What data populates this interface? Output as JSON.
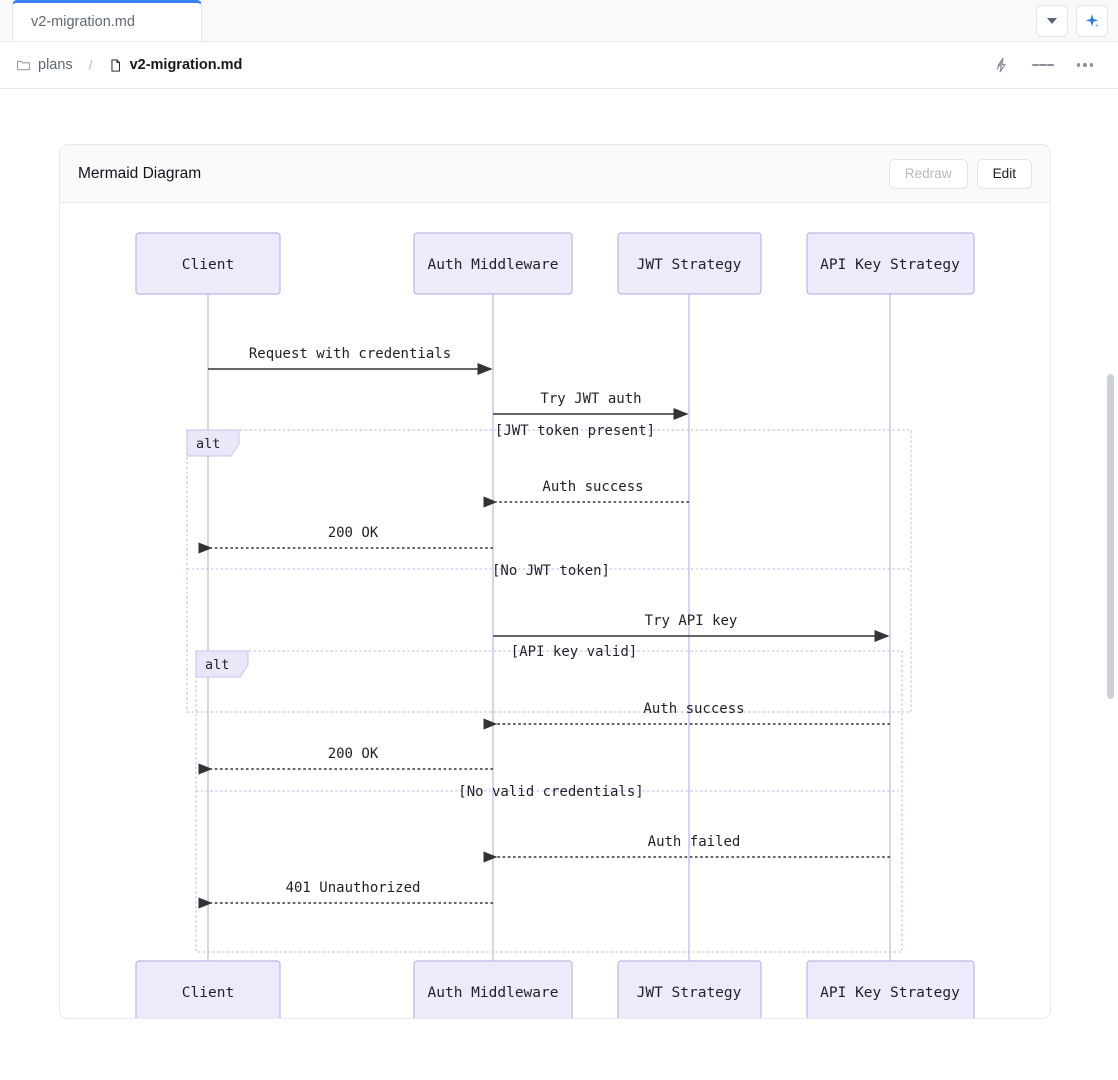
{
  "tab": {
    "label": "v2-migration.md",
    "dropdown_icon": "chevron-down-icon",
    "sparkle_icon": "sparkle-icon"
  },
  "breadcrumb": {
    "folder_icon": "folder-icon",
    "folder": "plans",
    "separator": "/",
    "file_icon": "file-icon",
    "file": "v2-migration.md",
    "actions": [
      "lightning-icon",
      "menu-icon",
      "more-icon"
    ]
  },
  "card": {
    "title": "Mermaid Diagram",
    "redraw_label": "Redraw",
    "edit_label": "Edit"
  },
  "colors": {
    "accent": "#3b82f6",
    "actor_fill": "#ecebfb",
    "actor_stroke": "#b9b6e6",
    "lifeline": "#c4c2e8",
    "alt_border": "#c8c6ea",
    "arrow": "#333333",
    "text": "#1f2024"
  },
  "diagram": {
    "type": "sequence",
    "participants": [
      "Client",
      "Auth Middleware",
      "JWT Strategy",
      "API Key Strategy"
    ],
    "messages": [
      {
        "from": "Client",
        "to": "Auth Middleware",
        "label": "Request with credentials",
        "style": "solid"
      },
      {
        "from": "Auth Middleware",
        "to": "JWT Strategy",
        "label": "Try JWT auth",
        "style": "solid"
      }
    ],
    "blocks": [
      {
        "keyword": "alt",
        "branches": [
          {
            "condition": "[JWT token present]",
            "messages": [
              {
                "from": "JWT Strategy",
                "to": "Auth Middleware",
                "label": "Auth success",
                "style": "dotted"
              },
              {
                "from": "Auth Middleware",
                "to": "Client",
                "label": "200 OK",
                "style": "dotted"
              }
            ]
          },
          {
            "condition": "[No JWT token]",
            "messages": [
              {
                "from": "Auth Middleware",
                "to": "API Key Strategy",
                "label": "Try API key",
                "style": "solid"
              }
            ],
            "nested": {
              "keyword": "alt",
              "branches": [
                {
                  "condition": "[API key valid]",
                  "messages": [
                    {
                      "from": "API Key Strategy",
                      "to": "Auth Middleware",
                      "label": "Auth success",
                      "style": "dotted"
                    },
                    {
                      "from": "Auth Middleware",
                      "to": "Client",
                      "label": "200 OK",
                      "style": "dotted"
                    }
                  ]
                },
                {
                  "condition": "[No valid credentials]",
                  "messages": [
                    {
                      "from": "API Key Strategy",
                      "to": "Auth Middleware",
                      "label": "Auth failed",
                      "style": "dotted"
                    },
                    {
                      "from": "Auth Middleware",
                      "to": "Client",
                      "label": "401 Unauthorized",
                      "style": "dotted"
                    }
                  ]
                }
              ]
            }
          }
        ]
      }
    ],
    "labels": {
      "alt1": "alt",
      "alt2": "alt",
      "cond_jwt_present": "[JWT token present]",
      "cond_no_jwt": "[No JWT token]",
      "cond_api_valid": "[API key valid]",
      "cond_no_creds": "[No valid credentials]",
      "m1": "Request with credentials",
      "m2": "Try JWT auth",
      "m3": "Auth success",
      "m4": "200 OK",
      "m5": "Try API key",
      "m6": "Auth success",
      "m7": "200 OK",
      "m8": "Auth failed",
      "m9": "401 Unauthorized"
    }
  }
}
